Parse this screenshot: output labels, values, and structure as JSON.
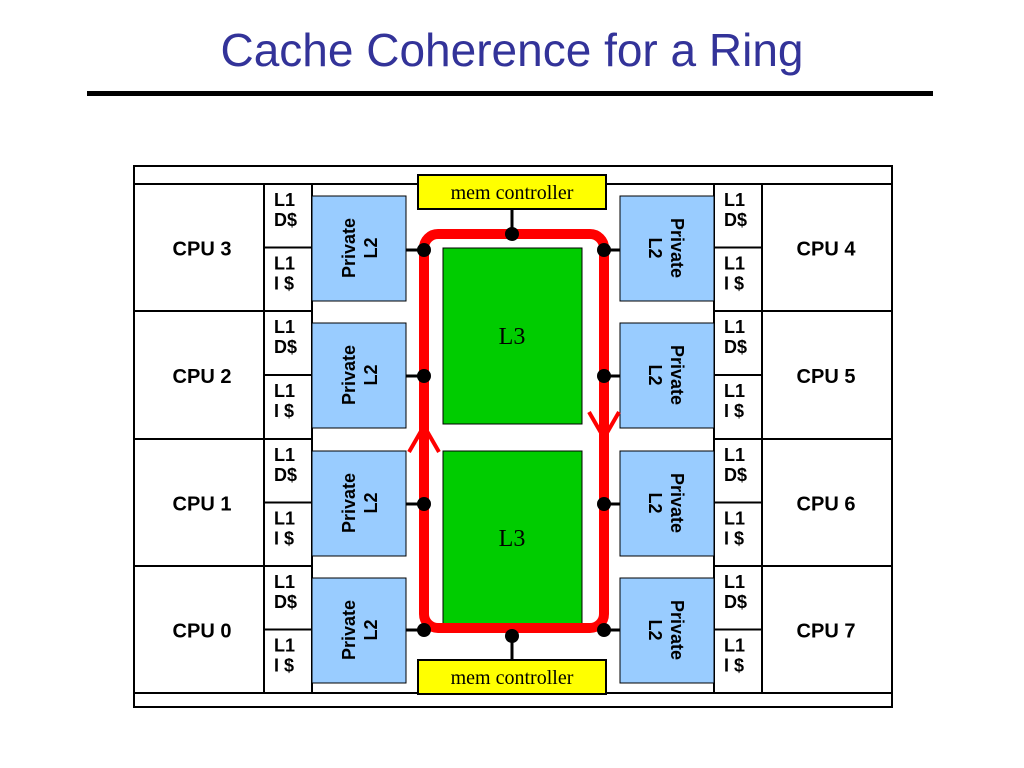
{
  "title": "Cache Coherence for a Ring",
  "diagram": {
    "left_cpus": [
      "CPU 3",
      "CPU 2",
      "CPU 1",
      "CPU 0"
    ],
    "right_cpus": [
      "CPU 4",
      "CPU 5",
      "CPU 6",
      "CPU 7"
    ],
    "l1d_label": [
      "L1",
      "D$"
    ],
    "l1i_label": [
      "L1",
      "I $"
    ],
    "l2_label": [
      "Private",
      "L2"
    ],
    "l3_label": "L3",
    "mem_controller_label": "mem controller",
    "colors": {
      "title": "#333399",
      "l2": "#99ccff",
      "l3": "#00cc00",
      "mem_controller": "#ffff00",
      "ring": "#ff0000"
    }
  }
}
